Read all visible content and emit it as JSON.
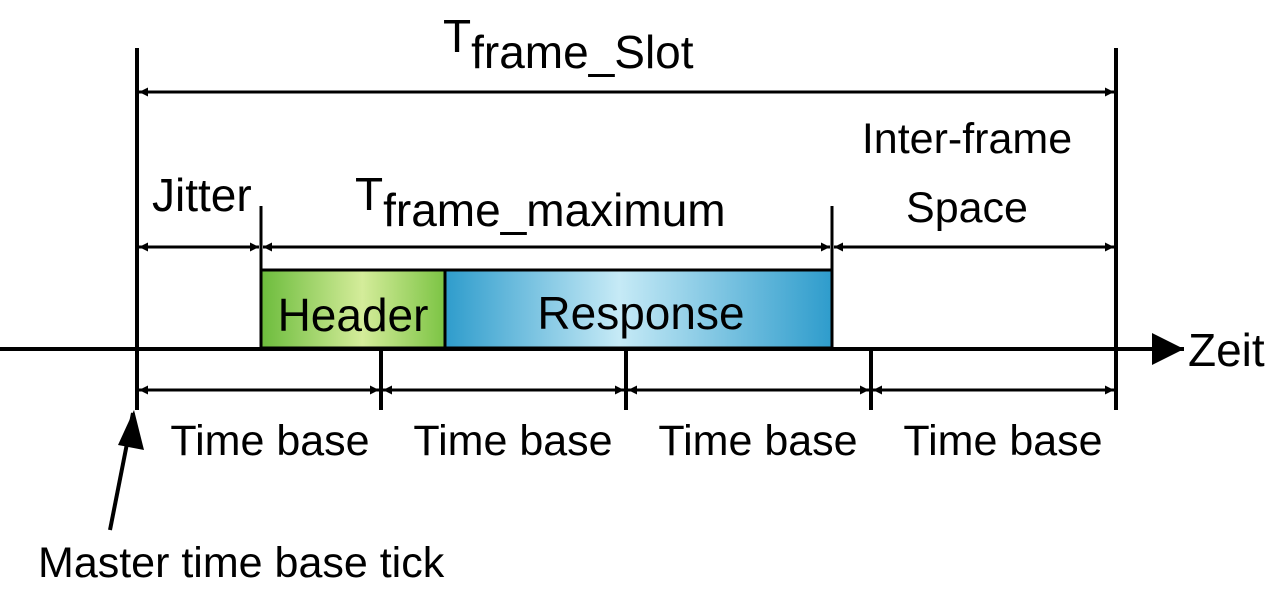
{
  "labels": {
    "t_frame_slot_main": "T",
    "t_frame_slot_sub": "frame_Slot",
    "jitter": "Jitter",
    "t_frame_max_main": "T",
    "t_frame_max_sub": "frame_maximum",
    "ifs_line1": "Inter-frame",
    "ifs_line2": "Space",
    "header": "Header",
    "response": "Response",
    "axis": "Zeit",
    "time_base": [
      "Time base",
      "Time base",
      "Time base",
      "Time base"
    ],
    "master_tick": "Master time base tick"
  },
  "colors": {
    "line": "#000000",
    "header_green_light": "#d4ec9a",
    "header_green_dark": "#6cbc3c",
    "response_blue_light": "#c6eaf6",
    "response_blue_dark": "#2e9ccc"
  }
}
